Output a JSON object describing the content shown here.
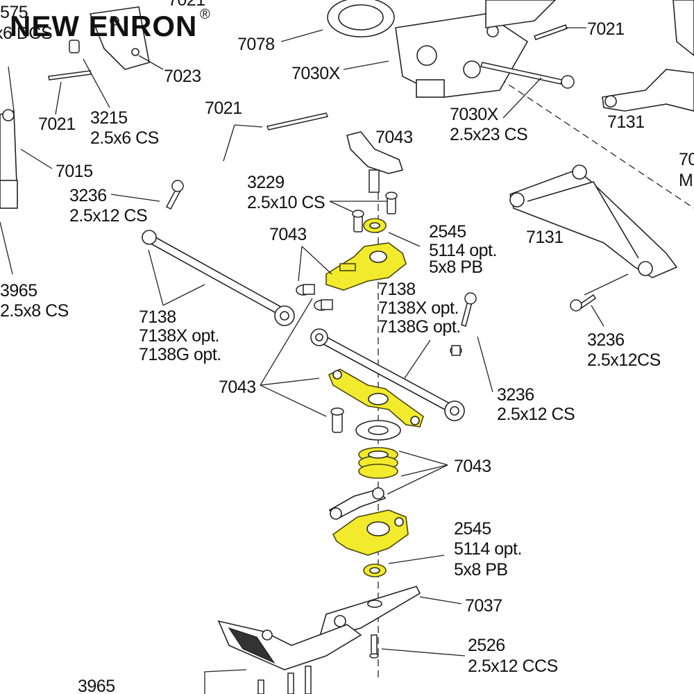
{
  "brand": {
    "name": "NEW ENRON",
    "mark": "®"
  },
  "labels": {
    "l575": "575",
    "l6dcs": "x6 DCS",
    "l7021_top": "7021",
    "l7078": "7078",
    "l7023": "7023",
    "l7030x_a": "7030X",
    "l7021_right": "7021",
    "l7021_left": "7021",
    "l3215": "3215",
    "l3215_spec": "2.5x6 CS",
    "l7021_mid": "7021",
    "l7030x_b": "7030X",
    "l7030x_b_spec": "2.5x23 CS",
    "l7131_top": "7131",
    "l7015": "7015",
    "l70_cut": "70",
    "lM_cut": "M",
    "l7043_a": "7043",
    "l3236_a": "3236",
    "l3236_a_spec": "2.5x12 CS",
    "l3229": "3229",
    "l3229_spec": "2.5x10 CS",
    "l7043_b": "7043",
    "l2545_a": "2545",
    "l2545_a_opt": "5114 opt.",
    "l2545_a_spec": "5x8 PB",
    "l7131_mid": "7131",
    "l3965_a": "3965",
    "l3965_a_spec": "2.5x8 CS",
    "l7138_a": "7138",
    "l7138x_a": "7138X opt.",
    "l7138g_a": "7138G opt.",
    "l7138_b": "7138",
    "l7138x_b": "7138X opt.",
    "l7138g_b": "7138G opt.",
    "l3236_b": "3236",
    "l3236_b_spec": "2.5x12CS",
    "l7043_c": "7043",
    "l3236_c": "3236",
    "l3236_c_spec": "2.5x12 CS",
    "l7043_d": "7043",
    "l2545_b": "2545",
    "l2545_b_opt": "5114 opt.",
    "l2545_b_spec": "5x8 PB",
    "l7037": "7037",
    "l2526": "2526",
    "l2526_spec": "2.5x12 CCS",
    "l3965_b": "3965"
  },
  "colors": {
    "highlight": "#f2ea2c",
    "line": "#222222",
    "background": "#ffffff"
  },
  "icons": [
    "registered-mark-icon"
  ]
}
